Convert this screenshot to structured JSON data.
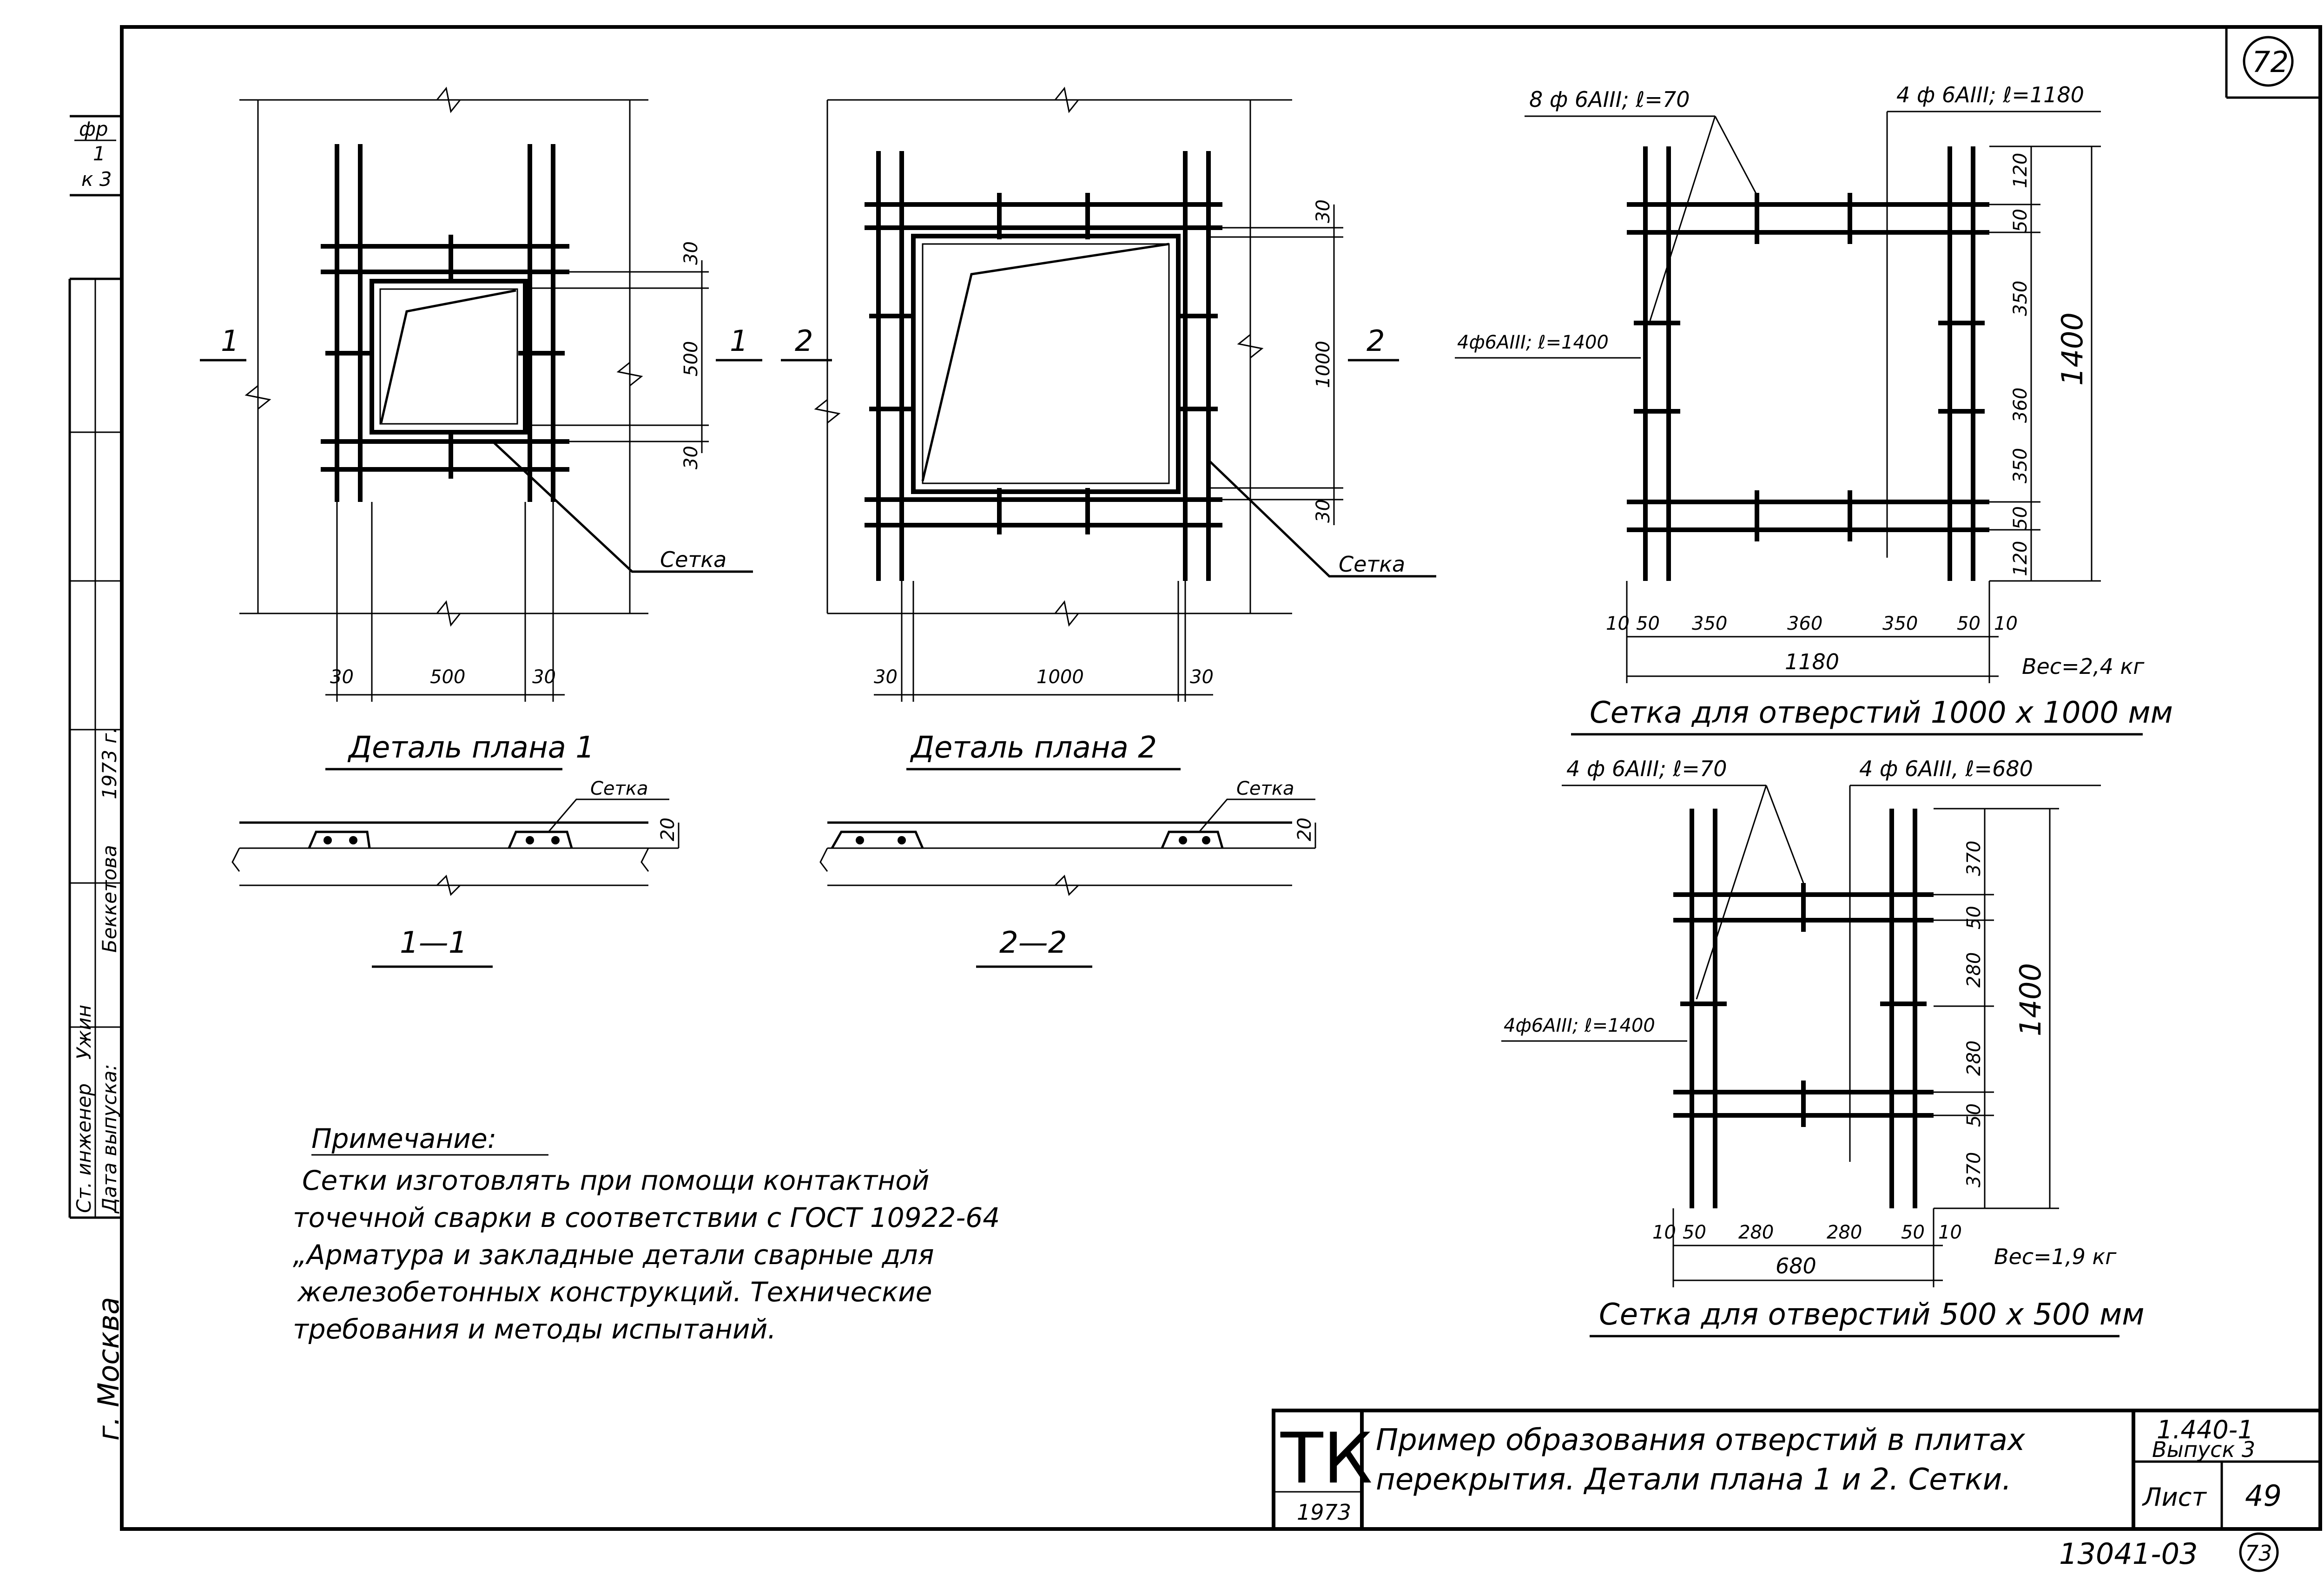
{
  "sheet_number_top": "72",
  "sheet_number_bottom": "73",
  "archive_code": "13041-03",
  "side_labels": {
    "top_code_1": "фр",
    "top_code_2": "1",
    "top_code_3": "к 3",
    "engineer_label": "Ст. инженер",
    "engineer_signature": "Ужин",
    "engineer_name": "Беккетова",
    "date_label": "Дата выпуска:",
    "date_value": "1973 г.",
    "city": "г. Москва"
  },
  "detail1": {
    "title": "Деталь плана 1",
    "section_mark": "1",
    "dims": {
      "top_gap": "30",
      "opening": "500",
      "bottom_gap": "30",
      "left_gap": "30",
      "bottom_opening": "500",
      "right_gap": "30"
    },
    "mesh_label": "Сетка",
    "section_title": "1—1",
    "section_mesh_label": "Сетка",
    "section_dim": "20"
  },
  "detail2": {
    "title": "Деталь плана 2",
    "section_mark": "2",
    "dims": {
      "top_gap": "30",
      "opening": "1000",
      "bottom_gap": "30",
      "left_gap": "30",
      "bottom_opening": "1000",
      "right_gap": "30"
    },
    "mesh_label": "Сетка",
    "section_title": "2—2",
    "section_mesh_label": "Сетка",
    "section_dim": "20"
  },
  "mesh1000": {
    "title": "Сетка для отверстий 1000 x 1000 мм",
    "label_short_bars": "8 ф 6АIII; ℓ=70",
    "label_long_bars": "4 ф 6АIII; ℓ=1180",
    "label_vertical_bars": "4ф6АIII; ℓ=1400",
    "vertical_dims": [
      "120",
      "50",
      "350",
      "360",
      "350",
      "50",
      "120"
    ],
    "vertical_total": "1400",
    "horizontal_dims": [
      "10",
      "50",
      "350",
      "360",
      "350",
      "50",
      "10"
    ],
    "horizontal_total": "1180",
    "weight": "Вес=2,4 кг"
  },
  "mesh500": {
    "title": "Сетка для отверстий 500 x 500 мм",
    "label_short_bars": "4 ф 6АIII; ℓ=70",
    "label_long_bars": "4 ф 6АIII, ℓ=680",
    "label_vertical_bars": "4ф6АIII; ℓ=1400",
    "vertical_dims": [
      "370",
      "50",
      "280",
      "280",
      "50",
      "370"
    ],
    "vertical_total": "1400",
    "horizontal_dims": [
      "10",
      "50",
      "280",
      "280",
      "50",
      "10"
    ],
    "horizontal_total": "680",
    "weight": "Вес=1,9 кг"
  },
  "note": {
    "heading": "Примечание:",
    "lines": [
      "Сетки изготовлять при помощи контактной",
      "точечной сварки в соответствии с ГОСТ 10922-64",
      "„Арматура и закладные детали сварные для",
      "железобетонных конструкций. Технические",
      "требования и методы испытаний."
    ]
  },
  "title_block": {
    "logo": "ТК",
    "logo_year": "1973",
    "description_line1": "Пример образования отверстий в плитах",
    "description_line2": "перекрытия. Детали плана 1 и 2. Сетки.",
    "series": "1.440-1",
    "issue": "Выпуск 3",
    "sheet_label": "Лист",
    "sheet_value": "49"
  }
}
